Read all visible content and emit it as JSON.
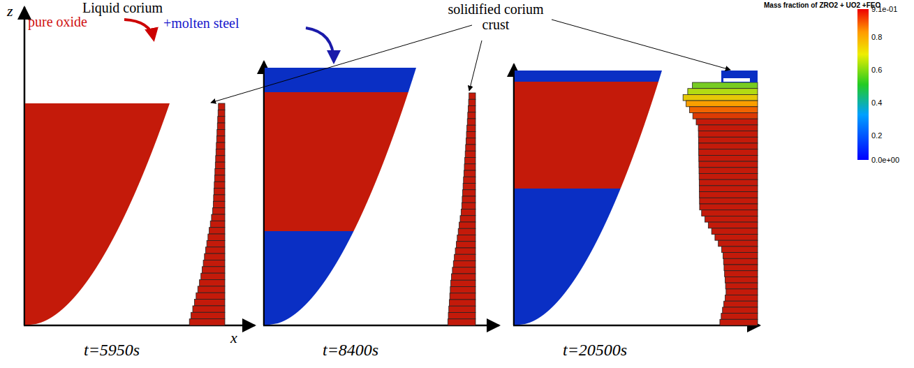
{
  "diagram": {
    "labels": [
      "Liquid corium",
      "pure oxide",
      "+molten steel",
      "solidified corium crust",
      "z",
      "x",
      "t=5950s",
      "t=8400s",
      "t=20500s",
      "Mass fraction of ZRO2 + UO2 +FEO",
      "9.1e-01",
      "0.8",
      "0.6",
      "0.4",
      "0.2",
      "0.0e+00"
    ]
  }
}
